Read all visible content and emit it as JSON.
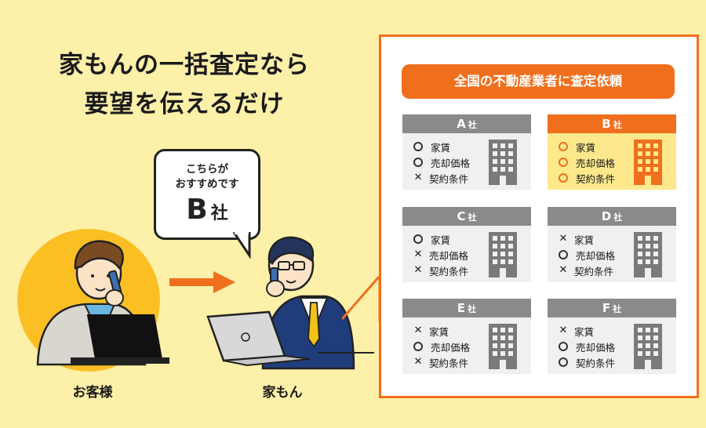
{
  "headline": {
    "line1": "家もんの一括査定なら",
    "line2": "要望を伝えるだけ"
  },
  "callout": {
    "line1": "こちらが",
    "line2": "おすすめです",
    "company": "B",
    "suffix": "社"
  },
  "labels": {
    "customer": "お客様",
    "agent": "家もん"
  },
  "panel": {
    "title": "全国の不動産業者に査定依頼",
    "companies": [
      {
        "letter": "A",
        "suffix": "社",
        "selected": false,
        "criteria": [
          {
            "mark": "o",
            "label": "家賃"
          },
          {
            "mark": "o",
            "label": "売却価格"
          },
          {
            "mark": "x",
            "label": "契約条件"
          }
        ]
      },
      {
        "letter": "B",
        "suffix": "社",
        "selected": true,
        "criteria": [
          {
            "mark": "o",
            "label": "家賃"
          },
          {
            "mark": "o",
            "label": "売却価格"
          },
          {
            "mark": "o",
            "label": "契約条件"
          }
        ]
      },
      {
        "letter": "C",
        "suffix": "社",
        "selected": false,
        "criteria": [
          {
            "mark": "o",
            "label": "家賃"
          },
          {
            "mark": "x",
            "label": "売却価格"
          },
          {
            "mark": "x",
            "label": "契約条件"
          }
        ]
      },
      {
        "letter": "D",
        "suffix": "社",
        "selected": false,
        "criteria": [
          {
            "mark": "x",
            "label": "家賃"
          },
          {
            "mark": "o",
            "label": "売却価格"
          },
          {
            "mark": "x",
            "label": "契約条件"
          }
        ]
      },
      {
        "letter": "E",
        "suffix": "社",
        "selected": false,
        "criteria": [
          {
            "mark": "x",
            "label": "家賃"
          },
          {
            "mark": "o",
            "label": "売却価格"
          },
          {
            "mark": "x",
            "label": "契約条件"
          }
        ]
      },
      {
        "letter": "F",
        "suffix": "社",
        "selected": false,
        "criteria": [
          {
            "mark": "x",
            "label": "家賃"
          },
          {
            "mark": "o",
            "label": "売却価格"
          },
          {
            "mark": "o",
            "label": "契約条件"
          }
        ]
      }
    ]
  },
  "colors": {
    "background": "#fdf0a8",
    "accent": "#f06f1d",
    "grey_head": "#8a8a8a",
    "selected_fill": "#fde98c",
    "circle": "#fbbf24"
  }
}
